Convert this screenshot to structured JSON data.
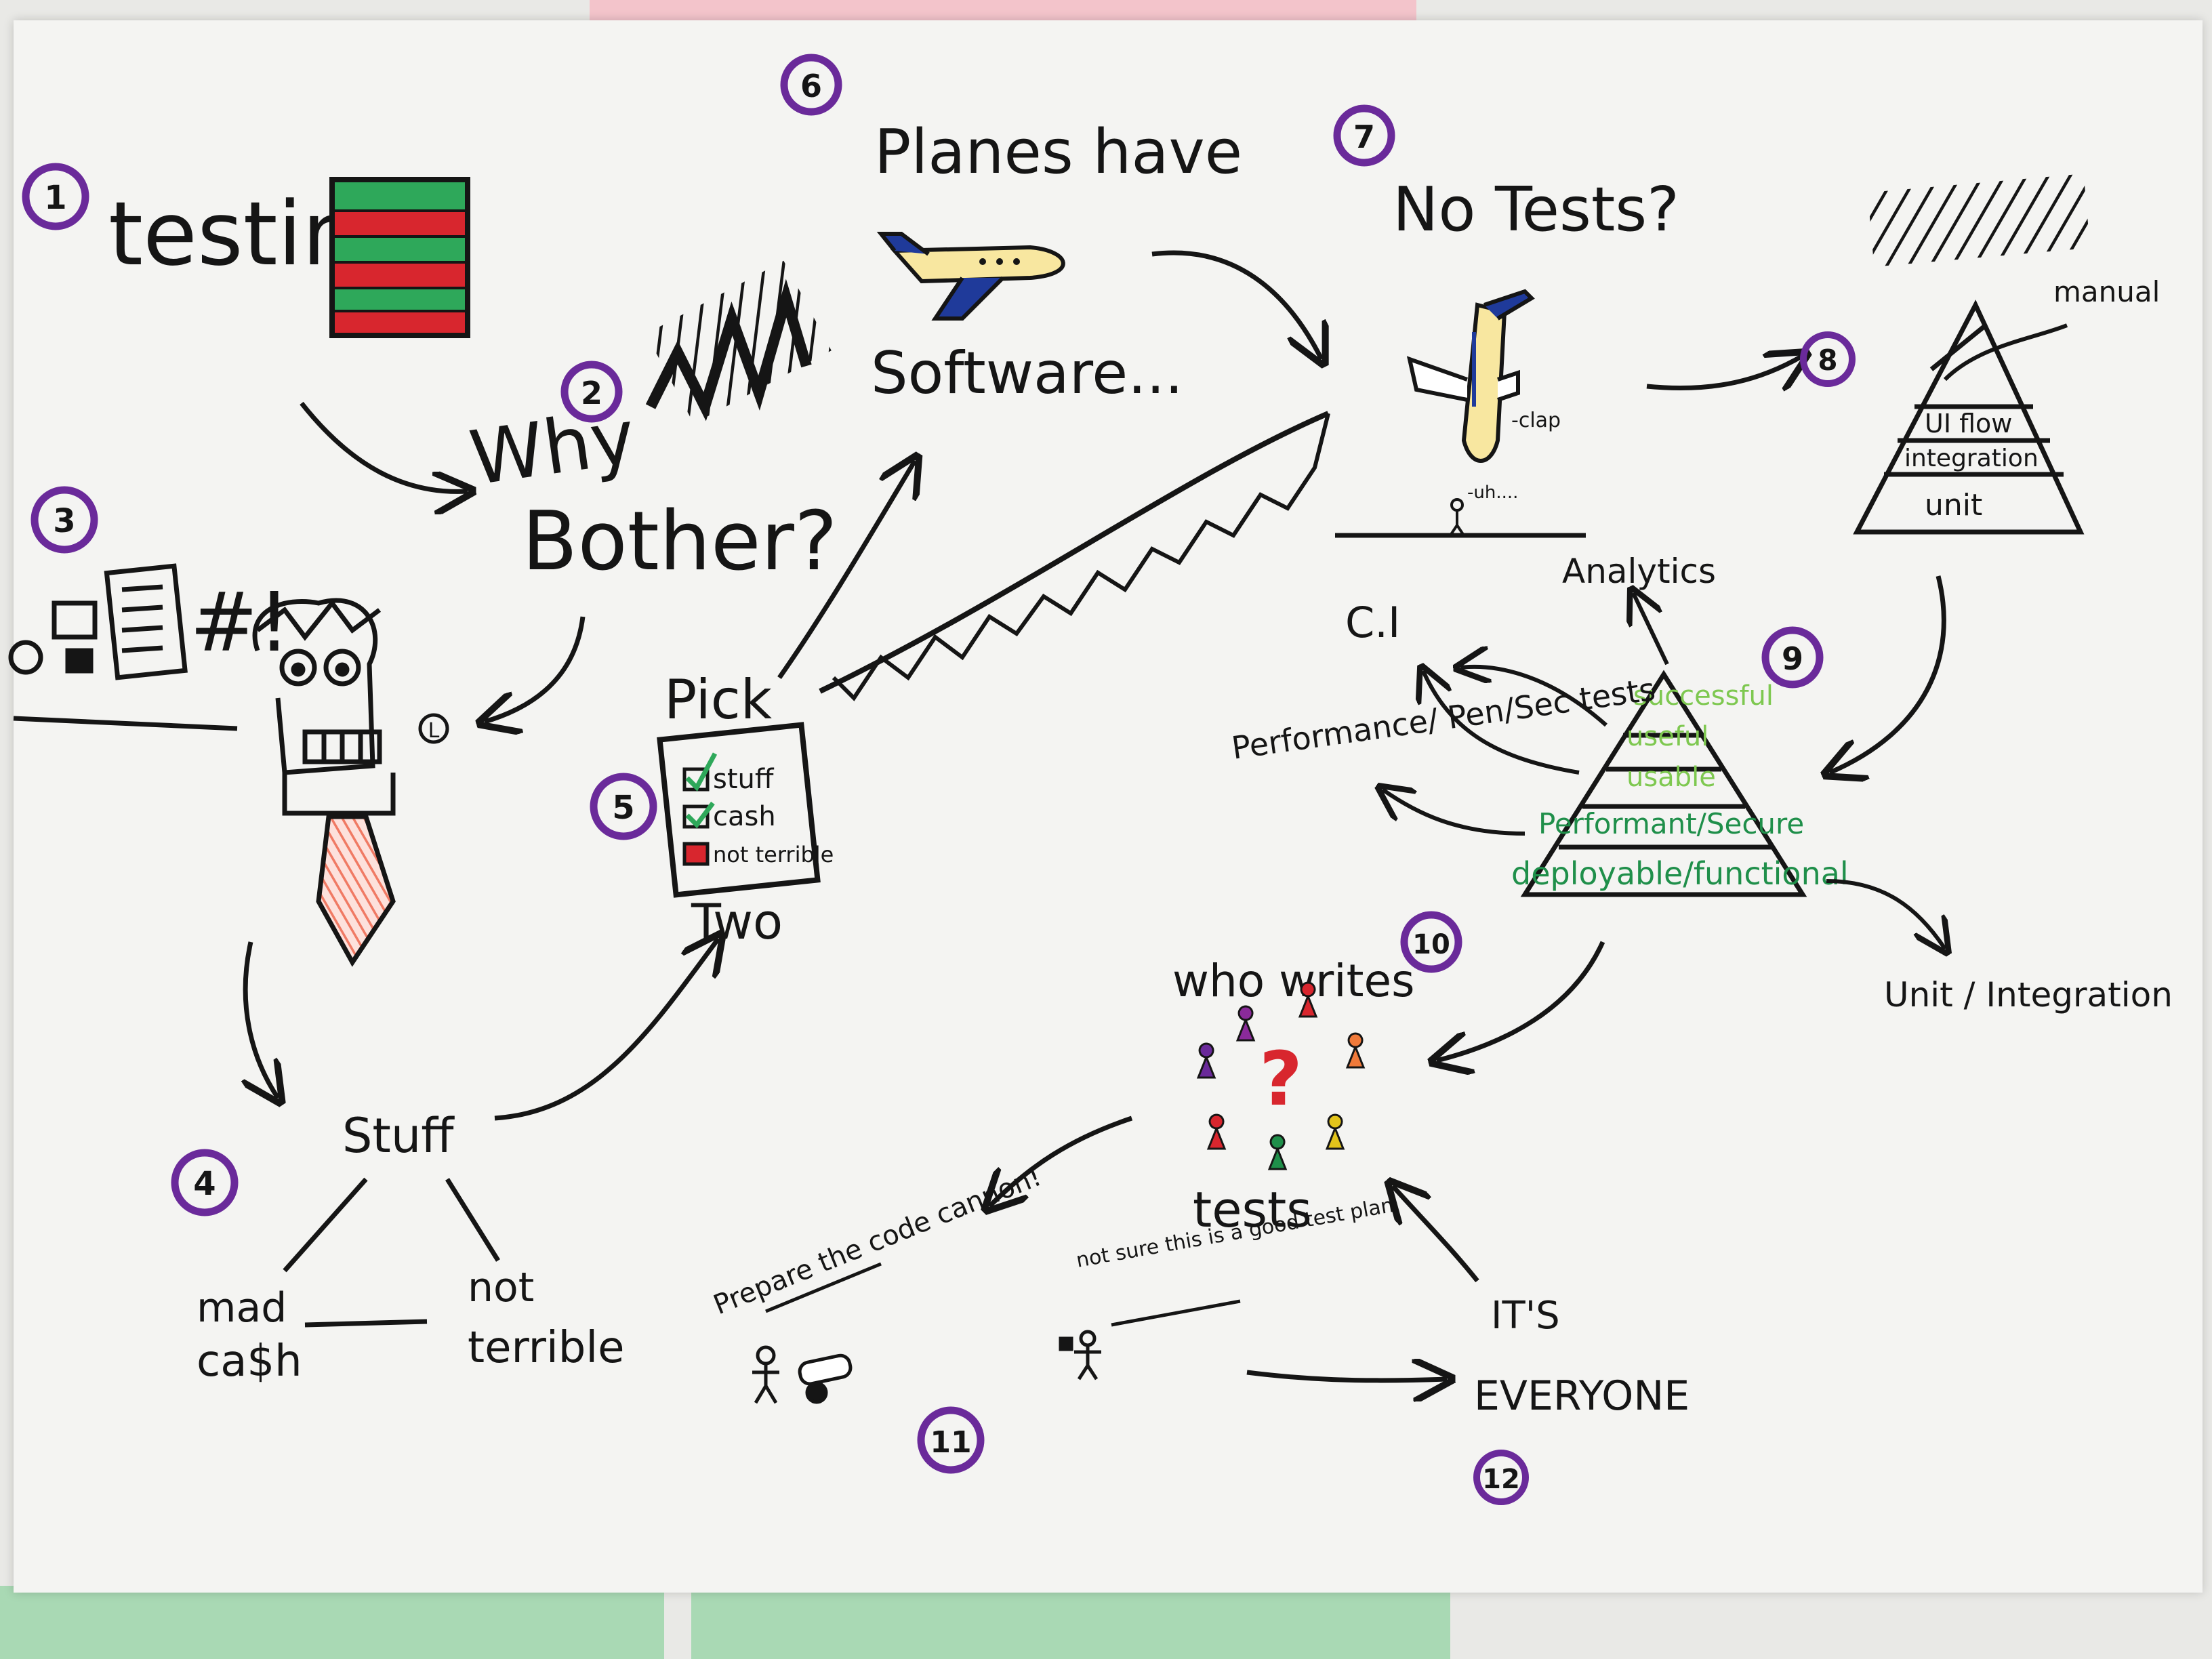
{
  "steps": [
    {
      "number": "1",
      "label": "testing"
    },
    {
      "number": "2",
      "label": "Why Bother?"
    },
    {
      "number": "3",
      "label": ""
    },
    {
      "number": "4",
      "label": "Stuff"
    },
    {
      "number": "5",
      "label": "Pick Two"
    },
    {
      "number": "6",
      "label": "Planes have Software..."
    },
    {
      "number": "7",
      "label": "No Tests?"
    },
    {
      "number": "8",
      "label": ""
    },
    {
      "number": "9",
      "label": ""
    },
    {
      "number": "10",
      "label": "who writes tests"
    },
    {
      "number": "11",
      "label": ""
    },
    {
      "number": "12",
      "label": "IT'S EVERYONE"
    }
  ],
  "why_bother": {
    "line1": "Why",
    "line2": "Bother?"
  },
  "stuff_triangle": {
    "top": "Stuff",
    "left_line1": "mad",
    "left_line2": "ca$h",
    "right_line1": "not",
    "right_line2": "terrible"
  },
  "pick_two": {
    "title": "Pick",
    "options": [
      "stuff",
      "cash",
      "not terrible"
    ],
    "subtitle": "Two"
  },
  "planes": {
    "line1": "Planes have",
    "line2": "Software..."
  },
  "no_tests": {
    "title": "No Tests?",
    "crash_sound": "-clap",
    "person_sound": "-uh...."
  },
  "test_pyramid": {
    "top_note": "manual",
    "levels": [
      "UI flow",
      "integration",
      "unit"
    ]
  },
  "quality_pyramid": {
    "levels": [
      "successful",
      "useful",
      "usable",
      "Performant/Secure",
      "deployable/functional"
    ],
    "outputs": [
      "Analytics",
      "C.I",
      "Performance/ Pen/Sec tests",
      "Unit / Integration"
    ]
  },
  "who_writes": {
    "line1": "who writes",
    "line2": "tests"
  },
  "cannon": {
    "caption": "Prepare the code cannon!"
  },
  "test_plan": {
    "caption": "not sure this is a good test plan"
  },
  "everyone": {
    "line1": "IT'S",
    "line2": "EVERYONE"
  },
  "person_annotation": "L",
  "colors": {
    "ink": "#151515",
    "circle_purple": "#6a2a9a",
    "green_pen": "#1f8f4a",
    "light_green_pen": "#7ec850",
    "red_pen": "#d8262e",
    "blue_pen": "#1f3a9a",
    "yellow_pen": "#e3c41b",
    "salmon_pen": "#f07a64"
  },
  "icons": [
    "grid-chart-icon",
    "cartoon-person-icon",
    "airplane-icon",
    "crashed-airplane-icon",
    "pyramid-icon",
    "pawn-icon",
    "question-mark-icon",
    "cannon-icon",
    "stick-figure-icon",
    "checkbox-icon"
  ]
}
